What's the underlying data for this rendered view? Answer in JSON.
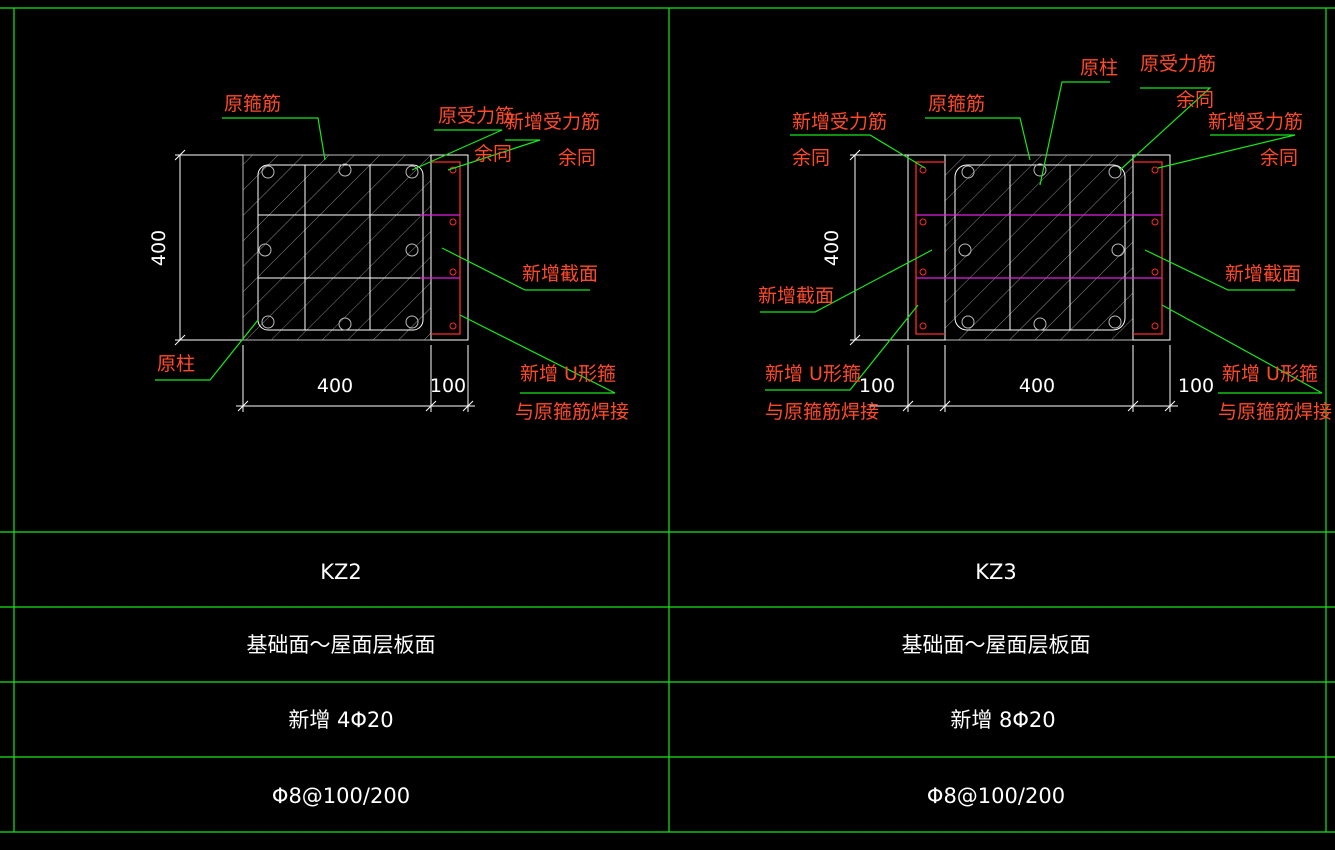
{
  "colors": {
    "background": "#000000",
    "frame": "#19e619",
    "annotation": "#ff4a2a",
    "rebar": "#ff2a2a",
    "tie": "#e020e0",
    "dimension": "#ffffff"
  },
  "left_detail": {
    "labels": {
      "orig_stirrup": "原箍筋",
      "orig_main_bar": "原受力筋",
      "new_main_bar": "新增受力筋",
      "same_1": "余同",
      "same_2": "余同",
      "new_section": "新增截面",
      "orig_column": "原柱",
      "new_u_stirrup": "新增 U形箍",
      "weld_note": "与原箍筋焊接"
    },
    "dims": {
      "height": "400",
      "width": "400",
      "ext": "100"
    }
  },
  "right_detail": {
    "labels": {
      "orig_column": "原柱",
      "orig_main_bar": "原受力筋",
      "same_top": "余同",
      "orig_stirrup": "原箍筋",
      "new_main_bar_left": "新增受力筋",
      "same_left": "余同",
      "new_main_bar_right": "新增受力筋",
      "same_right": "余同",
      "new_section_left": "新增截面",
      "new_section_right": "新增截面",
      "new_u_stirrup_left": "新增 U形箍",
      "weld_note_left": "与原箍筋焊接",
      "new_u_stirrup_right": "新增 U形箍",
      "weld_note_right": "与原箍筋焊接"
    },
    "dims": {
      "height": "400",
      "width": "400",
      "ext_left": "100",
      "ext_right": "100"
    }
  },
  "table": {
    "columns": [
      {
        "name": "KZ2",
        "range": "基础面～屋面层板面",
        "added_bars": "新增  4Φ20",
        "stirrups": "Φ8@100/200"
      },
      {
        "name": "KZ3",
        "range": "基础面～屋面层板面",
        "added_bars": "新增  8Φ20",
        "stirrups": "Φ8@100/200"
      }
    ]
  }
}
